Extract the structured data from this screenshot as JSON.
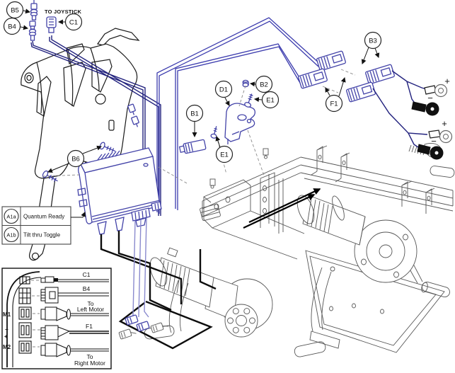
{
  "diagram": {
    "note_to_joystick": "TO JOYSTICK",
    "callouts": {
      "b5": "B5",
      "b4": "B4",
      "c1": "C1",
      "b3": "B3",
      "f1": "F1",
      "b1": "B1",
      "d1": "D1",
      "b2": "B2",
      "e1_top": "E1",
      "e1_bottom": "E1",
      "b6": "B6"
    },
    "legend": {
      "row1_id": "A1a",
      "row1_label": "Quantum Ready",
      "row2_id": "A1b",
      "row2_label": "Tilt thru Toggle"
    },
    "battery": {
      "plus_top": "+",
      "minus_top": "−",
      "plus_bottom": "+",
      "minus_bottom": "−"
    },
    "inset": {
      "m1": "M1",
      "minus": "−",
      "plus": "+",
      "m2": "M2",
      "row_c1": "C1",
      "row_b4": "B4",
      "row_left_to": "To",
      "row_left_motor": "Left Motor",
      "row_f1": "F1",
      "row_right_to": "To",
      "row_right_motor": "Right Motor"
    },
    "colors": {
      "harness_navy": "#22227e",
      "harness_blue": "#3c3cae",
      "part_blue": "#4343a8",
      "wire_purple": "#8a8ace",
      "frame_gray": "#555555",
      "ink": "#1a1a1a"
    }
  }
}
